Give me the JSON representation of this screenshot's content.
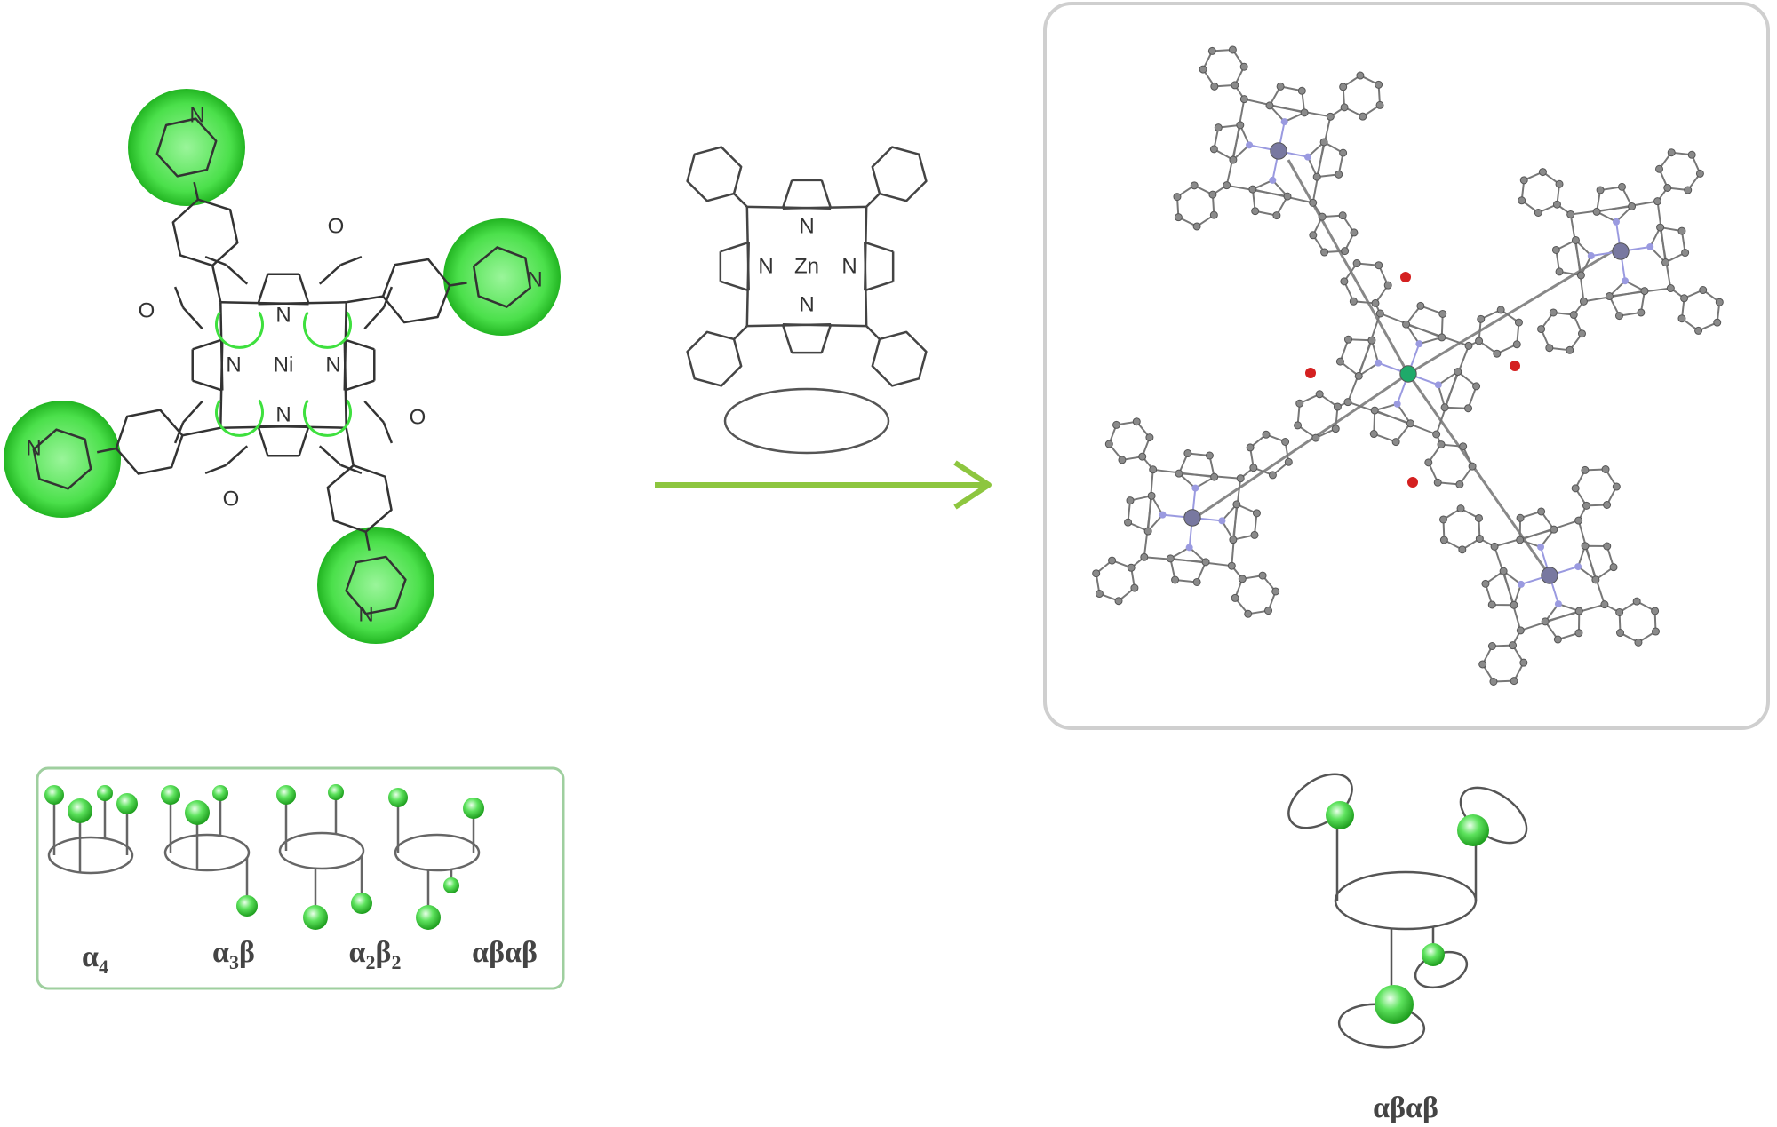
{
  "colors": {
    "arrow": "#8dc63f",
    "pyridine_highlight": "#3ee03e",
    "box_border_left": "#8fbf8f",
    "box_border_right": "#cccccc",
    "center_metal": "#1faa6a",
    "n_atom": "#9a9ae0",
    "o_atom": "#d42020",
    "zn_atom": "#7878a0"
  },
  "ni_porphyrin": {
    "metal": "Ni",
    "nitrogens": [
      "N",
      "N",
      "N",
      "N"
    ],
    "pyridine_n": [
      "N",
      "N",
      "N",
      "N"
    ],
    "methoxy": [
      "O",
      "O",
      "O",
      "O"
    ]
  },
  "zn_porphyrin": {
    "metal": "Zn",
    "nitrogens": [
      "N",
      "N",
      "N",
      "N"
    ]
  },
  "legend": {
    "items": [
      {
        "main": "α",
        "sub": "4",
        "tail": "",
        "tail_sub": ""
      },
      {
        "main": "α",
        "sub": "3",
        "tail": "β",
        "tail_sub": ""
      },
      {
        "main": "α",
        "sub": "2",
        "tail": "β",
        "tail_sub": "2"
      },
      {
        "main": "αβαβ",
        "sub": "",
        "tail": "",
        "tail_sub": ""
      }
    ]
  },
  "product_label": "αβαβ"
}
